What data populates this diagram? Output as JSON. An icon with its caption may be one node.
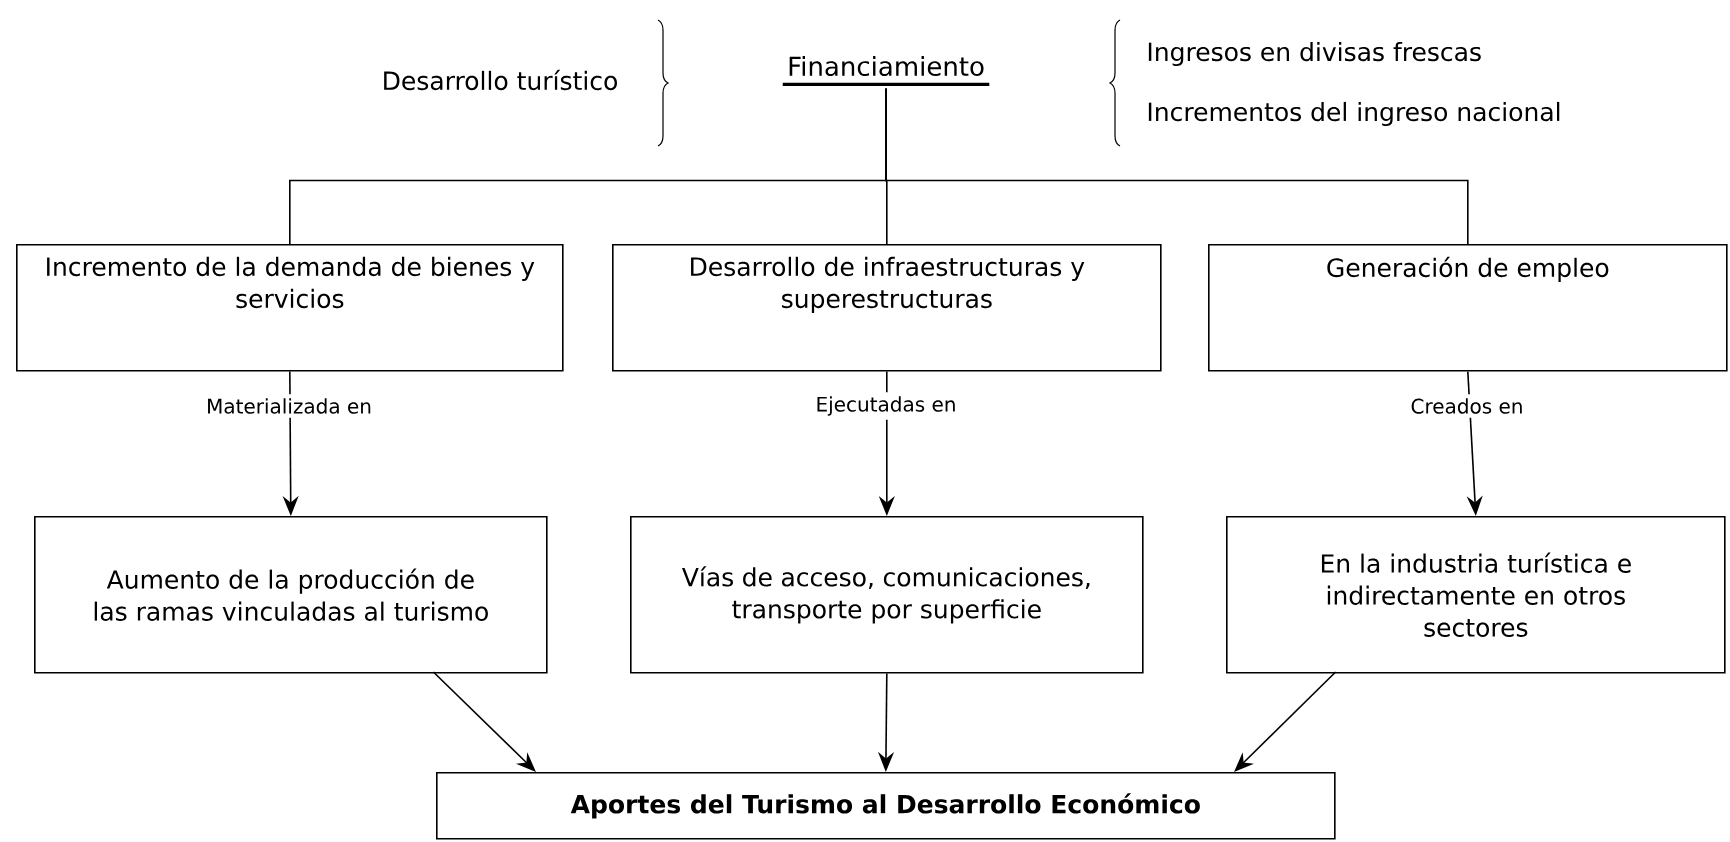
{
  "diagram": {
    "nodes": [
      {
        "text": [
          "Financiamiento"
        ]
      },
      {
        "text": [
          "Incremento de la demanda de bienes y servicios"
        ]
      },
      {
        "text": [
          "Desarrollo de infraestructuras y superestructuras"
        ]
      },
      {
        "text": [
          "Generación de empleo"
        ]
      },
      {
        "text": [
          "Aumento de la producción de las ramas vinculadas al turismo"
        ]
      },
      {
        "text": [
          "Vías de acceso, comunicaciones, transporte por superficie"
        ]
      },
      {
        "text": [
          "En la industria turística e indirectamente en otros sectores"
        ]
      },
      {
        "text": [
          "Aportes del Turismo al Desarrollo Económico"
        ]
      }
    ],
    "edges": [
      {
        "from": 0,
        "to": 1,
        "arrow": "none"
      },
      {
        "from": 0,
        "to": 2,
        "arrow": "none"
      },
      {
        "from": 0,
        "to": 3,
        "arrow": "none"
      },
      {
        "from": 1,
        "to": 4,
        "arrow": "to",
        "label": "Materializada en"
      },
      {
        "from": 2,
        "to": 5,
        "arrow": "to",
        "label": "Ejecutadas en"
      },
      {
        "from": 3,
        "to": 6,
        "arrow": "to",
        "label": "Creados en"
      },
      {
        "from": 4,
        "to": 7,
        "arrow": "to"
      },
      {
        "from": 5,
        "to": 7,
        "arrow": "to"
      },
      {
        "from": 6,
        "to": 7,
        "arrow": "to"
      }
    ],
    "labels": [
      "Desarrollo turístico",
      "Ingresos en divisas frescas",
      "Incrementos del ingreso nacional"
    ]
  }
}
